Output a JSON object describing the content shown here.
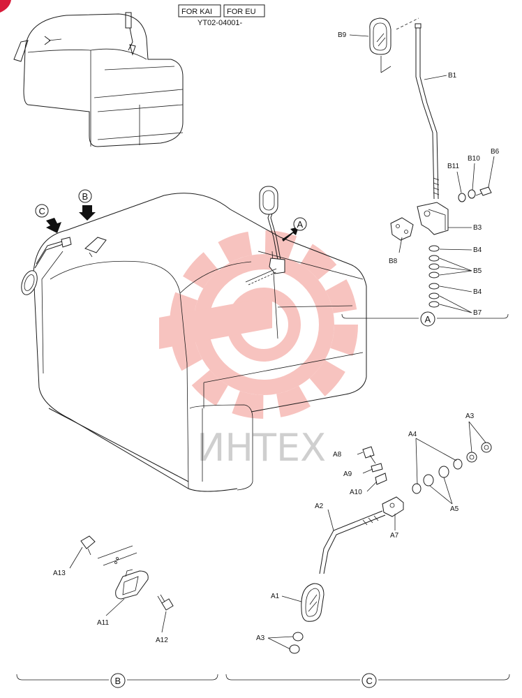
{
  "header": {
    "tag_kai": "FOR KAI",
    "tag_eu": "FOR EU",
    "code": "YT02-04001-"
  },
  "watermark": {
    "text": "ИНТЕХ",
    "color": "#e8473a"
  },
  "view_markers": {
    "a": "A",
    "b": "B",
    "c": "C"
  },
  "parts": {
    "b9": "B9",
    "b1": "B1",
    "b11": "B11",
    "b10": "B10",
    "b6": "B6",
    "b3": "B3",
    "b8": "B8",
    "b4_top": "B4",
    "b5": "B5",
    "b4_bottom": "B4",
    "b7": "B7",
    "a3_top": "A3",
    "a4": "A4",
    "a8": "A8",
    "a9": "A9",
    "a10": "A10",
    "a5": "A5",
    "a2": "A2",
    "a7": "A7",
    "a1": "A1",
    "a3_bottom": "A3",
    "a13": "A13",
    "a11": "A11",
    "a12": "A12"
  }
}
